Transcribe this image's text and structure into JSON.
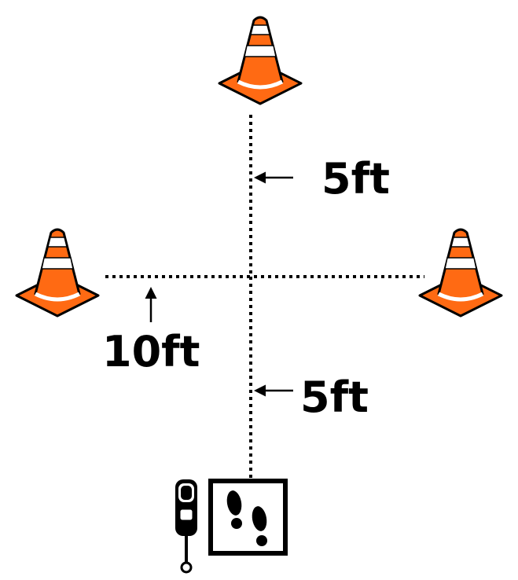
{
  "labels": {
    "upper_vertical": "5ft",
    "horizontal": "10ft",
    "lower_vertical": "5ft"
  },
  "colors": {
    "cone_orange": "#ff6a13",
    "cone_stripe": "#ffffff",
    "outline": "#000000",
    "background": "#ffffff"
  },
  "icons": {
    "cones": [
      "traffic-cone-icon",
      "traffic-cone-icon",
      "traffic-cone-icon"
    ],
    "foot_marker": "footprints-icon",
    "timer_device": "timing-device-icon"
  }
}
